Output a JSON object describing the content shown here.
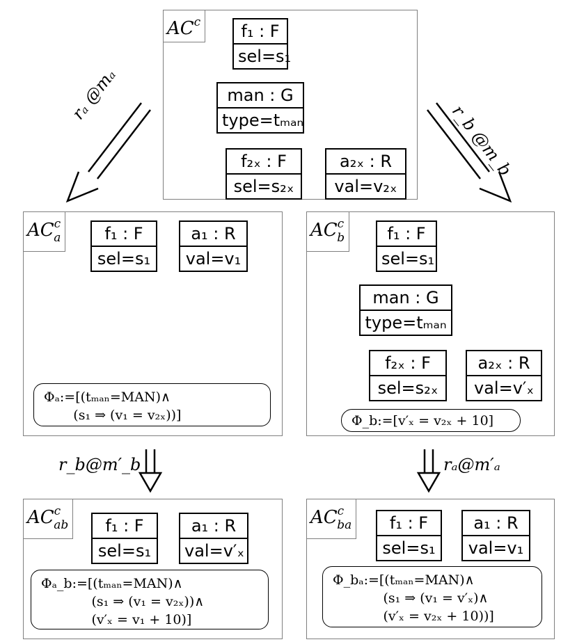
{
  "panels": {
    "top": {
      "title": "AC",
      "sup": "c",
      "sub": ""
    },
    "a": {
      "title": "AC",
      "sup": "c",
      "sub": "a"
    },
    "b": {
      "title": "AC",
      "sup": "c",
      "sub": "b"
    },
    "ab": {
      "title": "AC",
      "sup": "c",
      "sub": "ab"
    },
    "ba": {
      "title": "AC",
      "sup": "c",
      "sub": "ba"
    }
  },
  "nodes": {
    "f1_header": "f₁ : F",
    "f1_attr": "sel=s₁",
    "man_header": "man : G",
    "man_attr": "type=tₘₐₙ",
    "f2x_header": "f₂ₓ : F",
    "f2x_attr": "sel=s₂ₓ",
    "a2x_header": "a₂ₓ : R",
    "a2x_attr_top": "val=v₂ₓ",
    "a2x_attr_b": "val=v′ₓ",
    "a1_header": "a₁ : R",
    "a1_attr_v1": "val=v₁",
    "a1_attr_vx": "val=v′ₓ"
  },
  "conditions": {
    "phi_a": "Φₐ:=[(tₘₐₙ=MAN)∧\n       (s₁ ⇒ (v₁ = v₂ₓ))]",
    "phi_b": "Φ_b:=[v′ₓ = v₂ₓ + 10]",
    "phi_ab": "Φₐ_b:=[(tₘₐₙ=MAN)∧\n            (s₁ ⇒ (v₁ = v₂ₓ))∧\n            (v′ₓ = v₁ + 10)]",
    "phi_ba": "Φ_bₐ:=[(tₘₐₙ=MAN)∧\n            (s₁ ⇒ (v₁ = v′ₓ)∧\n            (v′ₓ = v₂ₓ + 10))]"
  },
  "arrows": {
    "ra_ma": "rₐ @mₐ",
    "rb_mb": "r_b @m_b",
    "rb_mb_prime": "r_b@m′_b",
    "ra_ma_prime": "rₐ@m′ₐ"
  }
}
